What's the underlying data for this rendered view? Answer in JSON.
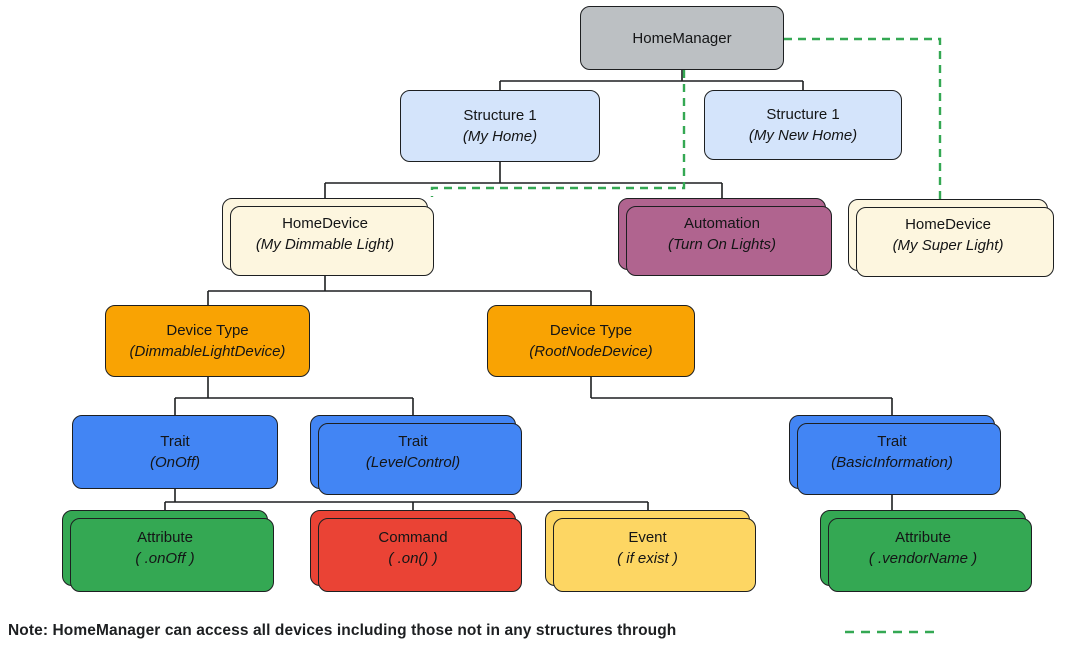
{
  "diagram": {
    "nodes": {
      "homemanager": {
        "title": "HomeManager",
        "subtitle": ""
      },
      "structure1": {
        "title": "Structure 1",
        "subtitle": "(My Home)"
      },
      "structure2": {
        "title": "Structure 1",
        "subtitle": "(My New Home)"
      },
      "homedevice1": {
        "title": "HomeDevice",
        "subtitle": "(My Dimmable Light)"
      },
      "automation": {
        "title": "Automation",
        "subtitle": "(Turn On Lights)"
      },
      "homedevice2": {
        "title": "HomeDevice",
        "subtitle": "(My Super Light)"
      },
      "devicetype1": {
        "title": "Device Type",
        "subtitle": "(DimmableLightDevice)"
      },
      "devicetype2": {
        "title": "Device Type",
        "subtitle": "(RootNodeDevice)"
      },
      "trait_onoff": {
        "title": "Trait",
        "subtitle": "(OnOff)"
      },
      "trait_levelcontrol": {
        "title": "Trait",
        "subtitle": "(LevelControl)"
      },
      "trait_basicinfo": {
        "title": "Trait",
        "subtitle": "(BasicInformation)"
      },
      "attr_onoff": {
        "title": "Attribute",
        "subtitle": "( .onOff )"
      },
      "command_on": {
        "title": "Command",
        "subtitle": "( .on() )"
      },
      "event_ifexist": {
        "title": "Event",
        "subtitle": "( if exist )"
      },
      "attr_vendorname": {
        "title": "Attribute",
        "subtitle": "( .vendorName )"
      }
    },
    "colors": {
      "homemanager": "#BCC0C3",
      "structure": "#D4E4FB",
      "homedevice": "#FDF6DF",
      "automation": "#B0648F",
      "devicetype": "#F9A303",
      "trait": "#4285F4",
      "attribute": "#34A853",
      "command": "#EA4335",
      "event": "#FDD663",
      "connector": "#1d1f21",
      "dashed": "#34A853"
    },
    "note": {
      "text": "Note: HomeManager can access all devices including those not in any structures through"
    }
  }
}
